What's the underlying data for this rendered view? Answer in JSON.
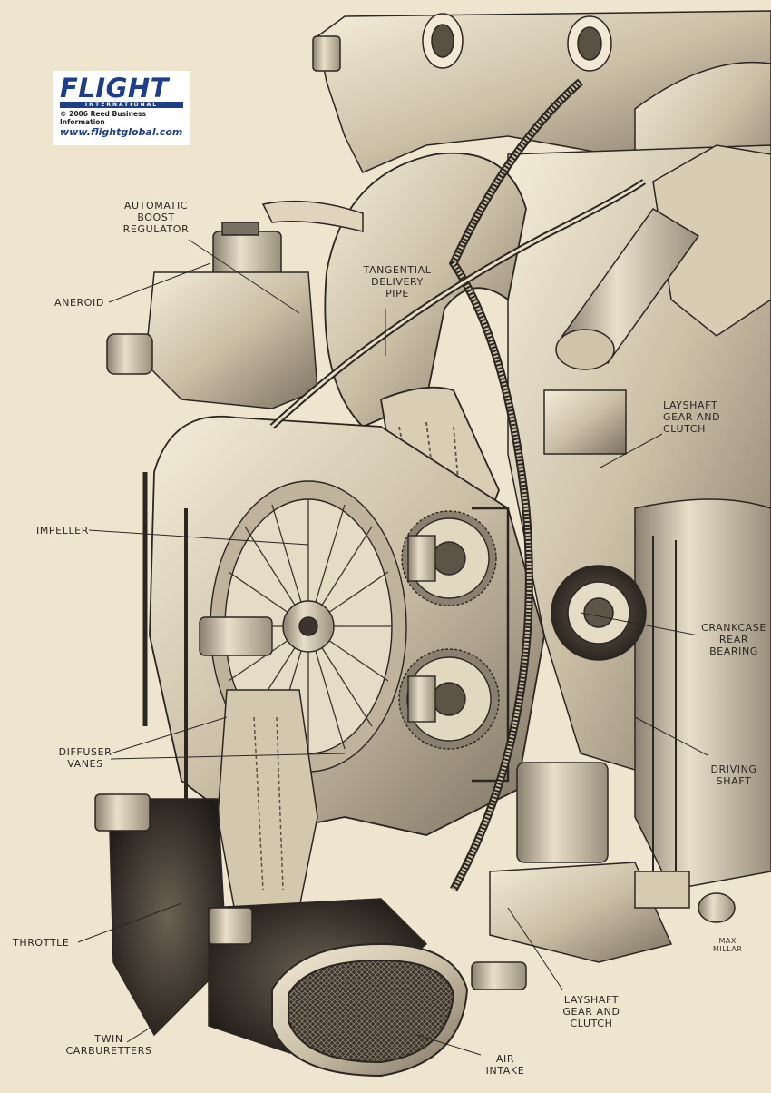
{
  "logo": {
    "name": "FLIGHT",
    "sub": "INTERNATIONAL",
    "copyright": "© 2006 Reed Business Information",
    "url": "www.flightglobal.com"
  },
  "labels": {
    "automatic_boost_regulator": "AUTOMATIC\nBOOST\nREGULATOR",
    "aneroid": "ANEROID",
    "tangential_delivery_pipe": "TANGENTIAL\nDELIVERY\nPIPE",
    "layshaft_gear_clutch_upper": "LAYSHAFT\nGEAR AND\nCLUTCH",
    "impeller": "IMPELLER",
    "crankcase_rear_bearing": "CRANKCASE\nREAR\nBEARING",
    "diffuser_vanes": "DIFFUSER\nVANES",
    "driving_shaft": "DRIVING\nSHAFT",
    "throttle": "THROTTLE",
    "layshaft_gear_clutch_lower": "LAYSHAFT\nGEAR AND\nCLUTCH",
    "twin_carburetters": "TWIN\nCARBURETTERS",
    "air_intake": "AIR\nINTAKE"
  },
  "signature": "MAX\nMILLAR",
  "colors": {
    "paper": "#efe5cf",
    "ink": "#2b2622",
    "logo_blue": "#1f3e8a"
  }
}
